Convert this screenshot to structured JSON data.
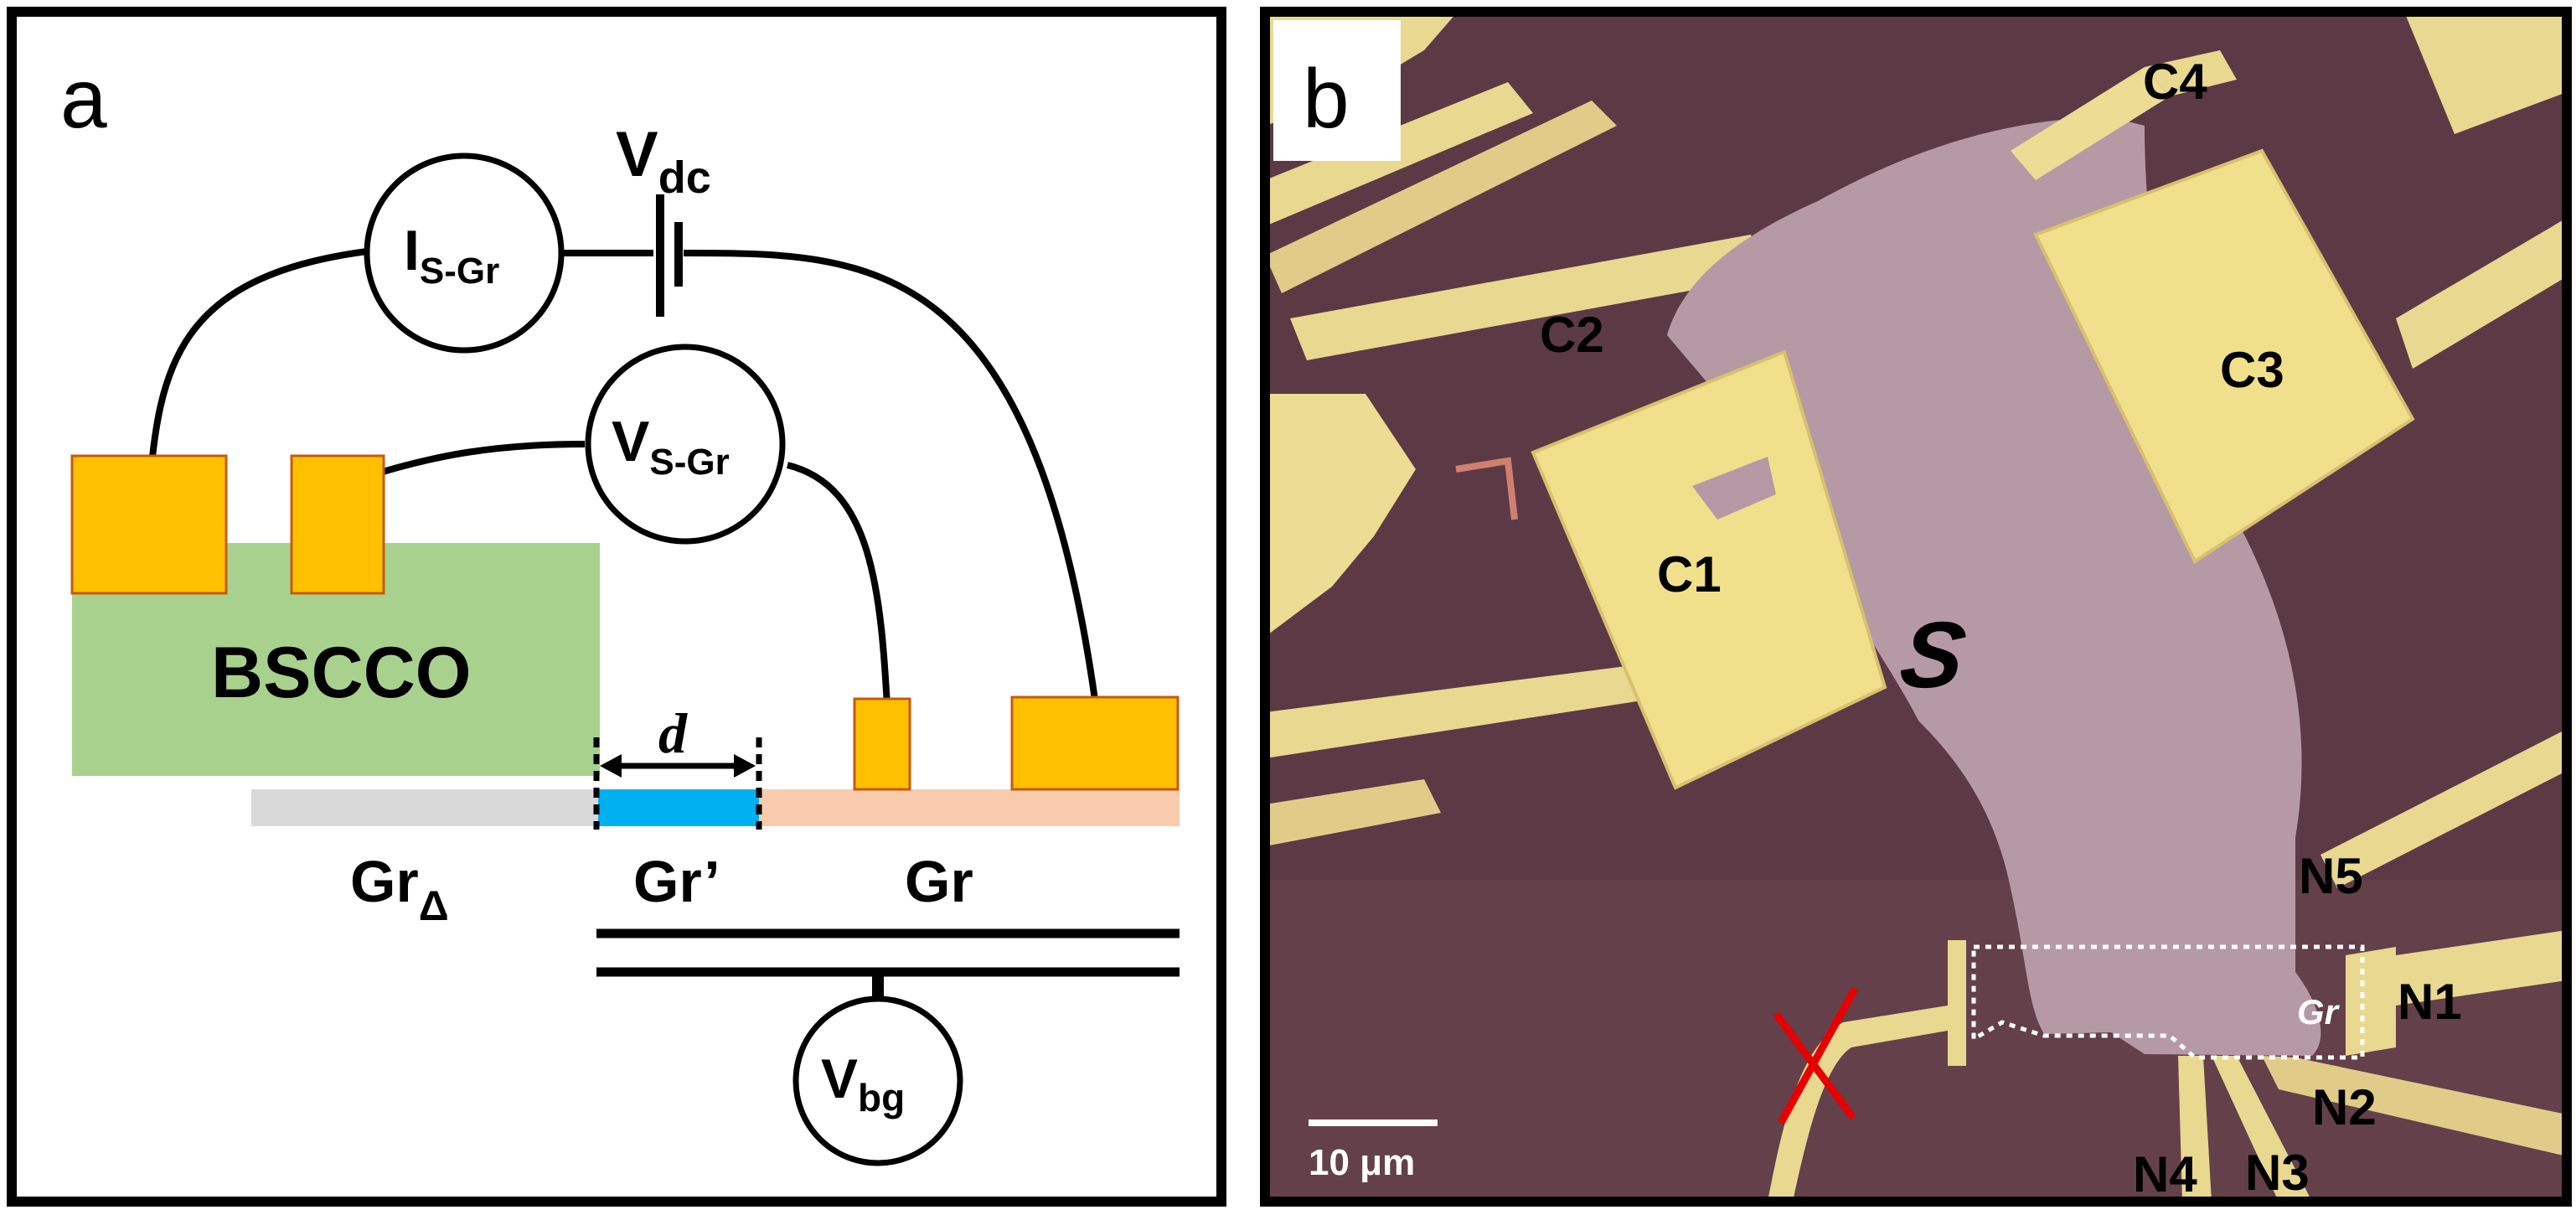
{
  "panel_a": {
    "letter": "a",
    "bscco": "BSCCO",
    "d_label": "d",
    "vdc": {
      "main": "V",
      "sub": "dc"
    },
    "i_meter": {
      "main": "I",
      "sub": "S-Gr"
    },
    "v_meter": {
      "main": "V",
      "sub": "S-Gr"
    },
    "vbg_meter": {
      "main": "V",
      "sub": "bg"
    },
    "gr_delta": {
      "main": "Gr",
      "sub": "Δ"
    },
    "gr_prime": "Gr’",
    "gr": "Gr",
    "colors": {
      "bscco": "#a9d18e",
      "contact": "#ffc000",
      "gr_delta": "#d9d9d9",
      "gr_prime": "#00b0f0",
      "gr": "#f8cbad"
    }
  },
  "panel_b": {
    "letter": "b",
    "sample_label": "S",
    "gr_label": "Gr",
    "contacts": [
      "C1",
      "C2",
      "C3",
      "C4",
      "N1",
      "N2",
      "N3",
      "N4",
      "N5"
    ],
    "scale_bar": "10 μm",
    "colors": {
      "substrate": "#5c3a45",
      "electrode": "#e8d890",
      "flake": "#b59aa5",
      "dashed": "#ffffff",
      "cross": "#e60000"
    }
  }
}
